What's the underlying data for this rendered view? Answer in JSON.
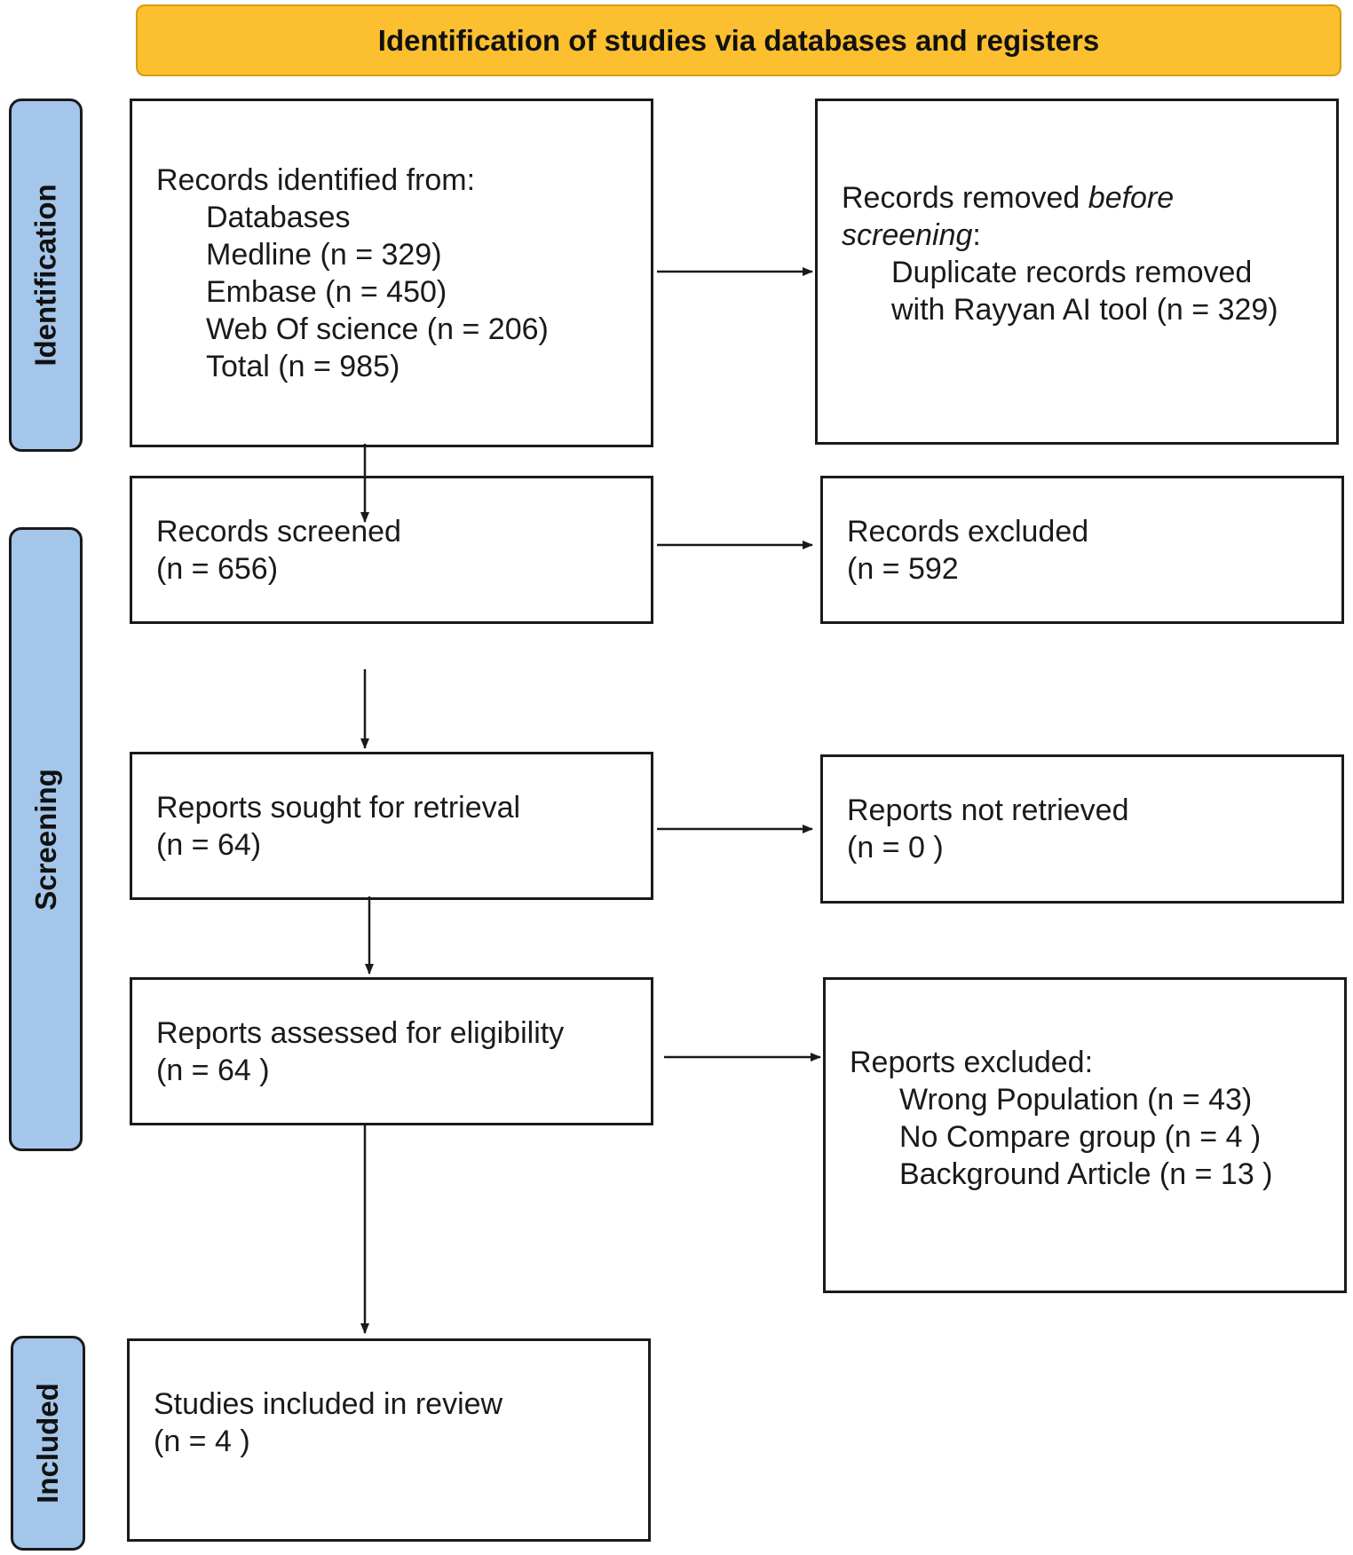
{
  "header": {
    "title": "Identification of studies via databases and registers",
    "fill_color": "#fbbf2f"
  },
  "phases": {
    "fill_color": "#a4c6ea",
    "identification": "Identification",
    "screening": "Screening",
    "included": "Included"
  },
  "boxes": {
    "records_identified": {
      "heading": "Records identified from:",
      "sublines": [
        "Databases",
        "Medline (n = 329)",
        "Embase (n = 450)",
        "Web Of science (n = 206)",
        "Total (n = 985)"
      ]
    },
    "records_removed": {
      "line1_plain": "Records removed ",
      "line1_italic": "before",
      "line2_italic": "screening",
      "line2_plain": ":",
      "sublines": [
        "Duplicate records removed",
        "with Rayyan AI tool (n = 329)"
      ]
    },
    "records_screened": {
      "label": "Records screened",
      "count": "(n = 656)"
    },
    "records_excluded": {
      "label": "Records excluded",
      "count": "(n = 592"
    },
    "reports_sought": {
      "label": "Reports sought for retrieval",
      "count": "(n = 64)"
    },
    "reports_not_retrieved": {
      "label": "Reports not retrieved",
      "count": "(n = 0 )"
    },
    "reports_assessed": {
      "label": "Reports assessed for eligibility",
      "count": "(n = 64 )"
    },
    "reports_excluded": {
      "heading": "Reports excluded:",
      "sublines": [
        "Wrong Population  (n = 43)",
        "No Compare group  (n = 4 )",
        "Background Article (n = 13 )"
      ]
    },
    "studies_included": {
      "label": "Studies included in review",
      "count": "(n = 4 )"
    }
  }
}
